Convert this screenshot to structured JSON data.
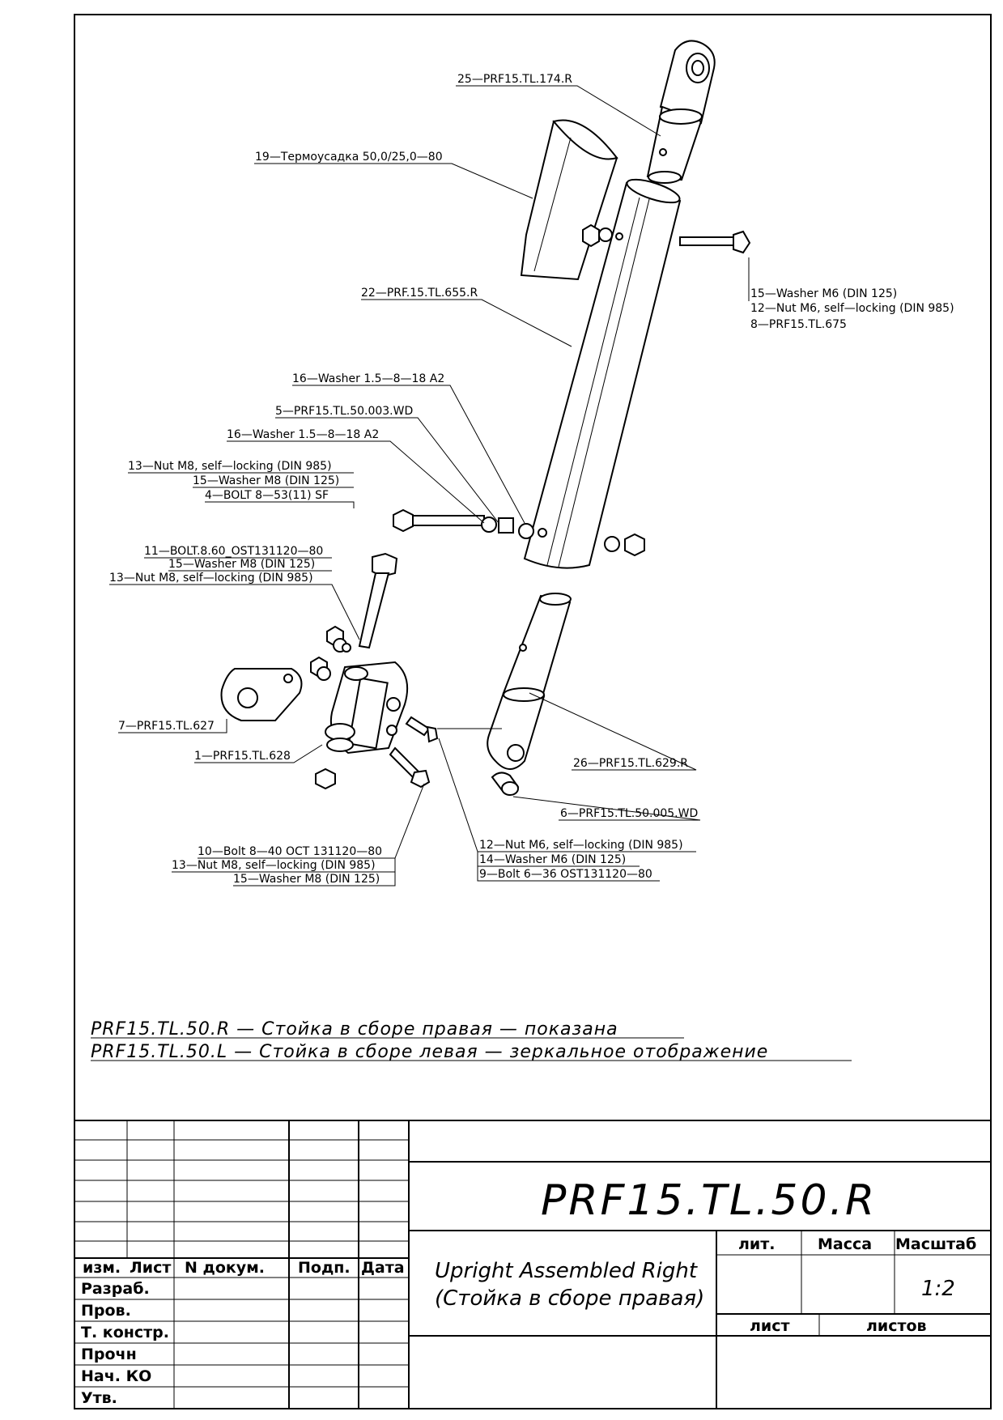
{
  "callouts": [
    {
      "id": "c25",
      "lines": [
        "25—PRF15.TL.174.R"
      ]
    },
    {
      "id": "c19",
      "lines": [
        "19—Термоусадка 50,0/25,0—80"
      ]
    },
    {
      "id": "c22",
      "lines": [
        "22—PRF.15.TL.655.R"
      ]
    },
    {
      "id": "c15",
      "lines": [
        "15—Washer M6 (DIN 125)",
        "12—Nut M6, self—locking (DIN 985)",
        "8—PRF15.TL.675"
      ]
    },
    {
      "id": "c16a",
      "lines": [
        "16—Washer 1.5—8—18 A2"
      ]
    },
    {
      "id": "c5",
      "lines": [
        "5—PRF15.TL.50.003.WD"
      ]
    },
    {
      "id": "c16b",
      "lines": [
        "16—Washer 1.5—8—18 A2"
      ]
    },
    {
      "id": "c13",
      "lines": [
        "13—Nut M8, self—locking (DIN 985)",
        "15—Washer M8 (DIN 125)",
        "4—BOLT 8—53(11) SF"
      ]
    },
    {
      "id": "c11",
      "lines": [
        "11—BOLT.8.60_OST131120—80",
        "15—Washer M8 (DIN 125)",
        "13—Nut M8, self—locking (DIN 985)"
      ]
    },
    {
      "id": "c7",
      "lines": [
        "7—PRF15.TL.627"
      ]
    },
    {
      "id": "c1",
      "lines": [
        "1—PRF15.TL.628"
      ]
    },
    {
      "id": "c26",
      "lines": [
        "26—PRF15.TL.629.R"
      ]
    },
    {
      "id": "c6",
      "lines": [
        "6—PRF15.TL.50.005.WD"
      ]
    },
    {
      "id": "c10",
      "lines": [
        "10—Bolt 8—40 OCT 131120—80",
        "13—Nut M8, self—locking (DIN 985)",
        "15—Washer M8 (DIN 125)"
      ]
    },
    {
      "id": "c12",
      "lines": [
        "12—Nut M6, self—locking (DIN 985)",
        "14—Washer M6 (DIN 125)",
        "9—Bolt 6—36 OST131120—80"
      ]
    }
  ],
  "notes": [
    "PRF15.TL.50.R  —  Стойка  в  сборе  правая  —  показана",
    "PRF15.TL.50.L  —  Стойка  в  сборе  левая  —  зеркальное  отображение"
  ],
  "title_block": {
    "designation": "PRF15.TL.50.R",
    "name_line1": "Upright Assembled Right",
    "name_line2": "(Стойка в сборе правая)",
    "col_headers": [
      "изм.",
      "Лист",
      "N  докум.",
      "Подп.",
      "Дата"
    ],
    "row_labels": [
      "Разраб.",
      "Пров.",
      "Т. констр.",
      "Прочн",
      "Нач.  КО",
      "Утв."
    ],
    "lit_label": "лит.",
    "mass_label": "Масса",
    "scale_label": "Масштаб",
    "scale_value": "1:2",
    "sheet_label": "лист",
    "sheets_label": "листов"
  }
}
